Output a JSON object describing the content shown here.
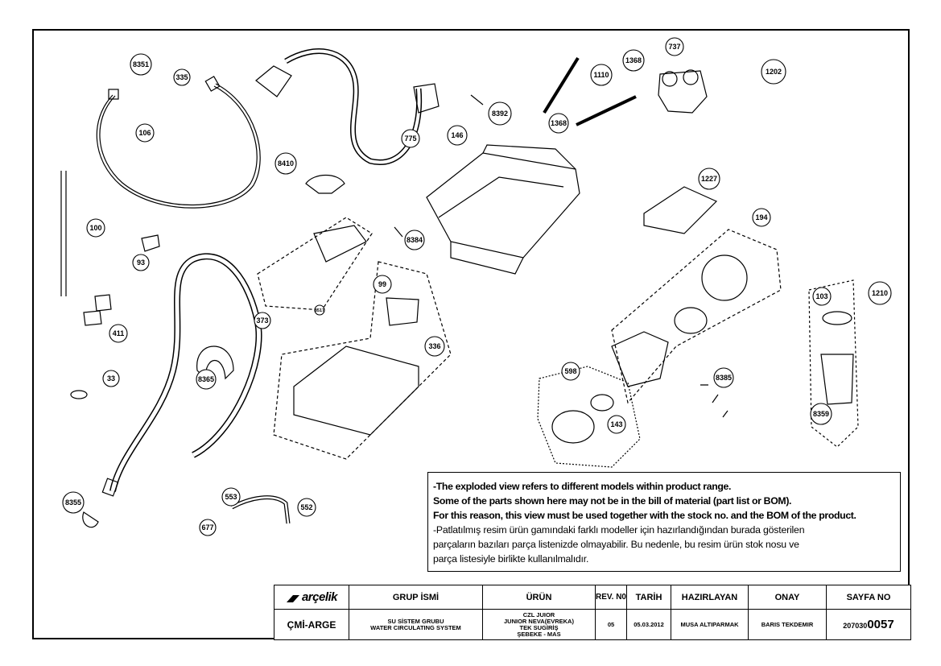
{
  "callouts": [
    "8351",
    "335",
    "106",
    "100",
    "93",
    "411",
    "33",
    "8355",
    "775",
    "8410",
    "373",
    "8365",
    "553",
    "552",
    "677",
    "146",
    "8392",
    "1368",
    "1110",
    "1368",
    "737",
    "1202",
    "8384",
    "8517",
    "99",
    "336",
    "1227",
    "194",
    "1210",
    "103",
    "8385",
    "598",
    "143",
    "8359"
  ],
  "note": {
    "en_line1": "-The exploded view refers to different models within product range.",
    "en_line2": "Some of the parts shown here may not be in the bill of material (part list or BOM).",
    "en_line3": "For this reason, this view must be used together with the stock no. and the BOM of the product.",
    "tr_line1": "-Patlatılmış resim ürün gamındaki farklı modeller için hazırlandığından burada gösterilen",
    "tr_line2": "parçaların bazıları parça listenizde olmayabilir. Bu nedenle, bu resim ürün stok nosu ve",
    "tr_line3": "parça listesiyle birlikte kullanılmalıdır."
  },
  "title_block": {
    "brand": "arçelik",
    "headers": {
      "group": "GRUP İSMİ",
      "product": "ÜRÜN",
      "rev": "REV. N0",
      "date": "TARİH",
      "prepared": "HAZIRLAYAN",
      "approval": "ONAY",
      "page": "SAYFA NO"
    },
    "values": {
      "department": "ÇMİ-ARGE",
      "group_line1": "SU SİSTEM GRUBU",
      "group_line2": "WATER CIRCULATING SYSTEM",
      "product_line1": "CZL JUIOR",
      "product_line2": "JUNIOR NEVA(EVREKA)",
      "product_line3": "TEK SUGİRİŞ",
      "product_line4": "ŞEBEKE - MAS",
      "rev": "05",
      "date": "05.03.2012",
      "prepared": "MUSA ALTIPARMAK",
      "approval": "BARIS TEKDEMIR",
      "page_prefix": "207030",
      "page_suffix": "0057"
    }
  }
}
